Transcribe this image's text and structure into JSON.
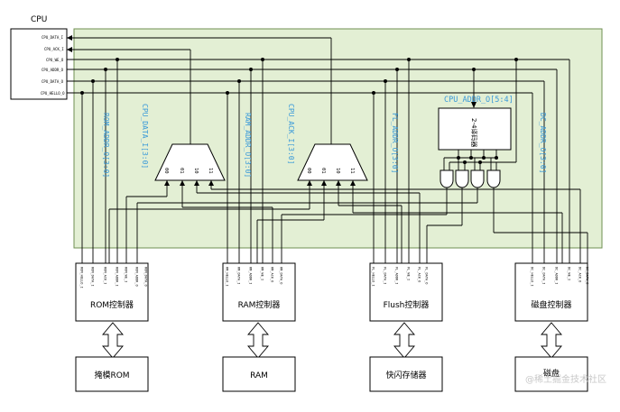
{
  "cpu": {
    "title": "CPU",
    "ports": [
      "CPU_DATA_I",
      "CPU_ACK_I",
      "CPU_WE_O",
      "CPU_ADDR_O",
      "CPU_DATA_O",
      "CPU_HELLO_O"
    ]
  },
  "bus_labels": {
    "rom_addr": "ROM_ADDR_O[3:0]",
    "ram_data": "CPU_DATA_I[3:0]",
    "ram_addr": "RAM_ADDR_O[3:0]",
    "flash_data": "CPU_ACK_I[3:0]",
    "flash_addr": "FL_ADDR_O[3:0]",
    "decoder_input": "CPU_ADDR_O[5:4]",
    "disk_addr": "DC_ADDR_O[3:0]"
  },
  "decoder": {
    "label": "2-4译码器"
  },
  "mux_inputs": [
    "00",
    "01",
    "10",
    "11"
  ],
  "controllers": [
    {
      "name": "ROM控制器",
      "pins": [
        "ROM_HELLO_I",
        "ROM_DATA_I",
        "ROM_ACK_I",
        "ROM_ADDR_I",
        "ROM_WE_I",
        "ROM_ADDR_O",
        "ROM_DATA_O"
      ]
    },
    {
      "name": "RAM控制器",
      "pins": [
        "RM_HELLO_I",
        "RM_DATA_I",
        "RM_ADDR_I",
        "RM_WE_I",
        "RM_ACK_O",
        "RM_DATA_O"
      ]
    },
    {
      "name": "Flush控制器",
      "pins": [
        "FL_HELLO_I",
        "FL_DATA_I",
        "FL_ADDR_I",
        "FL_WE_I",
        "FL_ACK_O",
        "FL_DATA_O"
      ]
    },
    {
      "name": "磁盘控制器",
      "pins": [
        "DC_HELLO_I",
        "DC_DATA_I",
        "DC_ADDR_I",
        "DC_WE_I",
        "DC_ACK_O",
        "DC_DATA_O"
      ]
    }
  ],
  "devices": [
    "掩模ROM",
    "RAM",
    "快闪存储器",
    "磁盘"
  ],
  "watermark": "@稀土掘金技术社区",
  "colors": {
    "panel_fill": "#e3efd4",
    "panel_stroke": "#6f8f52",
    "wire": "#000000",
    "bus_text": "#3a9ad9"
  }
}
